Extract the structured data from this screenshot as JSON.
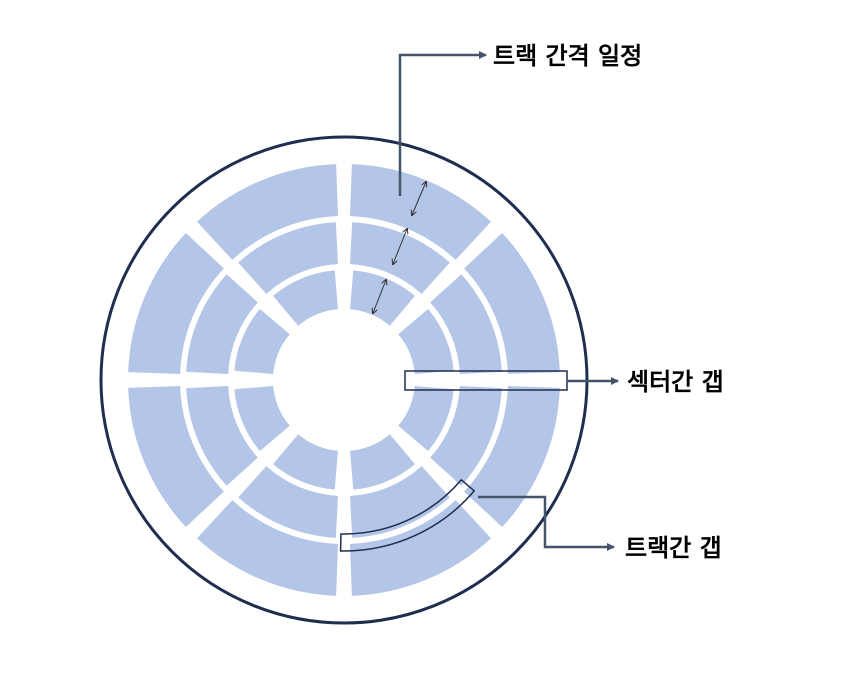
{
  "diagram": {
    "labels": {
      "track_spacing": "트랙 간격 일정",
      "sector_gap": "섹터간 갭",
      "track_gap": "트랙간 갭"
    },
    "colors": {
      "sector_fill": "#b4c6e7",
      "outline": "#1f2d4e",
      "callout": "#44546a",
      "background": "#ffffff"
    },
    "tracks": 3,
    "sectors_per_track": 8
  }
}
